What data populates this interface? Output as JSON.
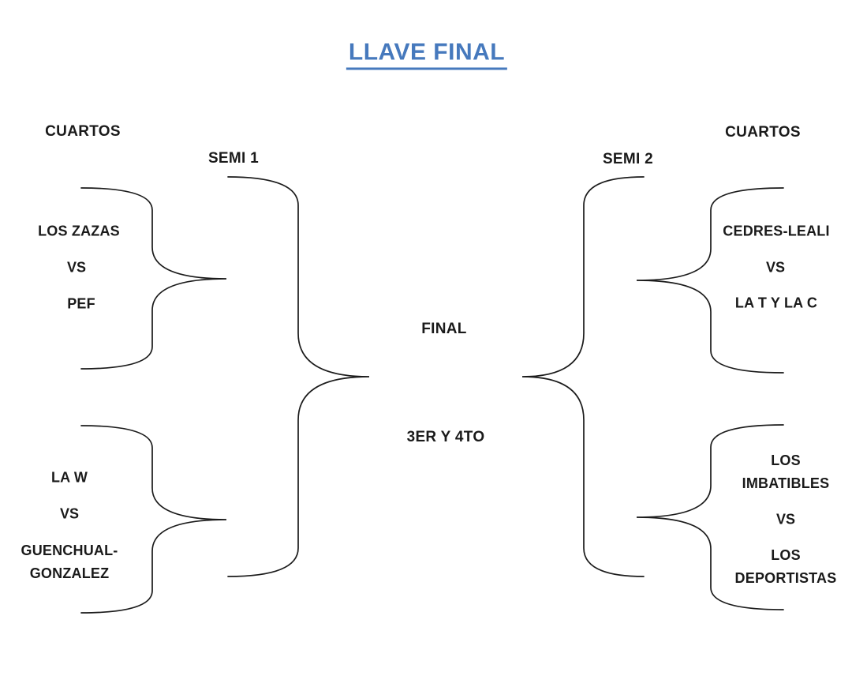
{
  "title": "LLAVE FINAL",
  "colors": {
    "title_accent": "#4679bd",
    "line": "#1b1b1b",
    "text": "#1a1a1a",
    "background": "#ffffff"
  },
  "labels": {
    "quarters_left": "CUARTOS",
    "quarters_right": "CUARTOS",
    "semi1": "SEMI 1",
    "semi2": "SEMI 2",
    "final": "FINAL",
    "third_place": "3ER Y 4TO"
  },
  "matches": {
    "left_top": {
      "team1": "LOS ZAZAS",
      "separator": "VS",
      "team2": "PEF"
    },
    "left_bottom": {
      "team1": "LA W",
      "separator": "VS",
      "team2": "GUENCHUAL-GONZALEZ"
    },
    "right_top": {
      "team1": "CEDRES-LEALI",
      "separator": "VS",
      "team2": "LA T Y LA C"
    },
    "right_bottom": {
      "team1": "LOS IMBATIBLES",
      "separator": "VS",
      "team2": "LOS DEPORTISTAS"
    }
  }
}
